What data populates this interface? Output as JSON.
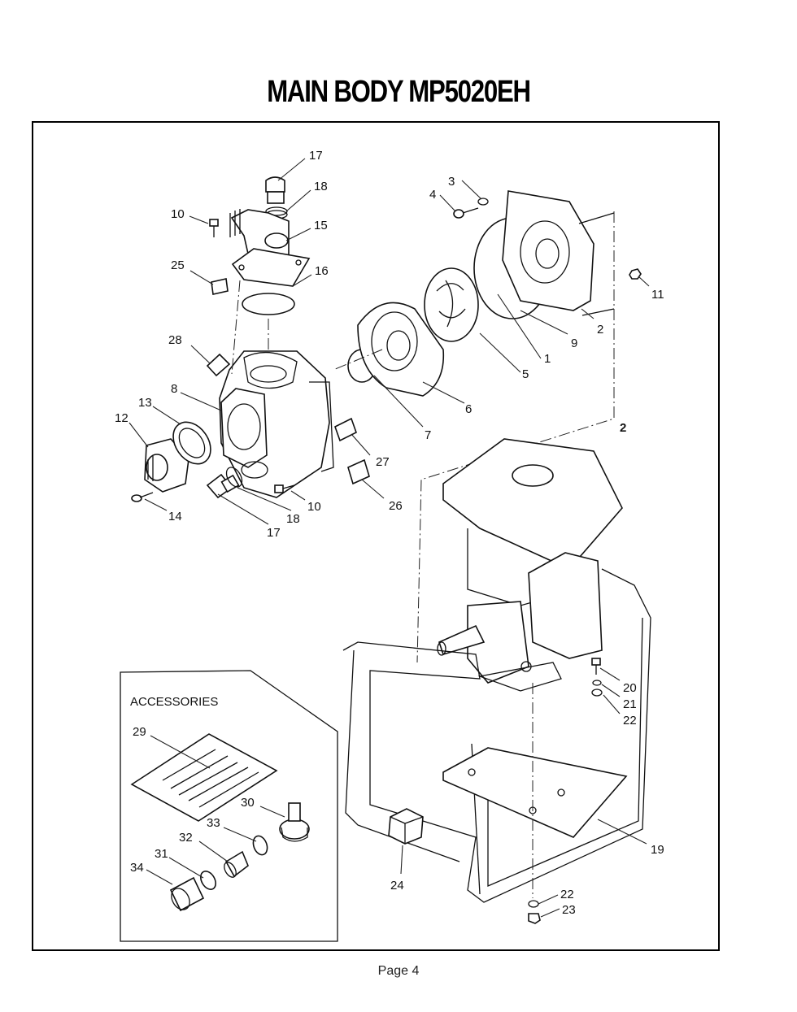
{
  "title": "MAIN BODY MP5020EH",
  "footer": "Page 4",
  "accessories_heading": "ACCESSORIES",
  "callouts": {
    "c1": "1",
    "c2a": "2",
    "c2b": "2",
    "c3": "3",
    "c4": "4",
    "c5": "5",
    "c6": "6",
    "c7": "7",
    "c8": "8",
    "c9": "9",
    "c10a": "10",
    "c10b": "10",
    "c11": "11",
    "c12": "12",
    "c13": "13",
    "c14": "14",
    "c15": "15",
    "c16": "16",
    "c17a": "17",
    "c17b": "17",
    "c18a": "18",
    "c18b": "18",
    "c19": "19",
    "c20": "20",
    "c21": "21",
    "c22a": "22",
    "c22b": "22",
    "c23": "23",
    "c24": "24",
    "c25": "25",
    "c26": "26",
    "c27": "27",
    "c28": "28",
    "c29": "29",
    "c30": "30",
    "c31": "31",
    "c32": "32",
    "c33": "33",
    "c34": "34"
  }
}
